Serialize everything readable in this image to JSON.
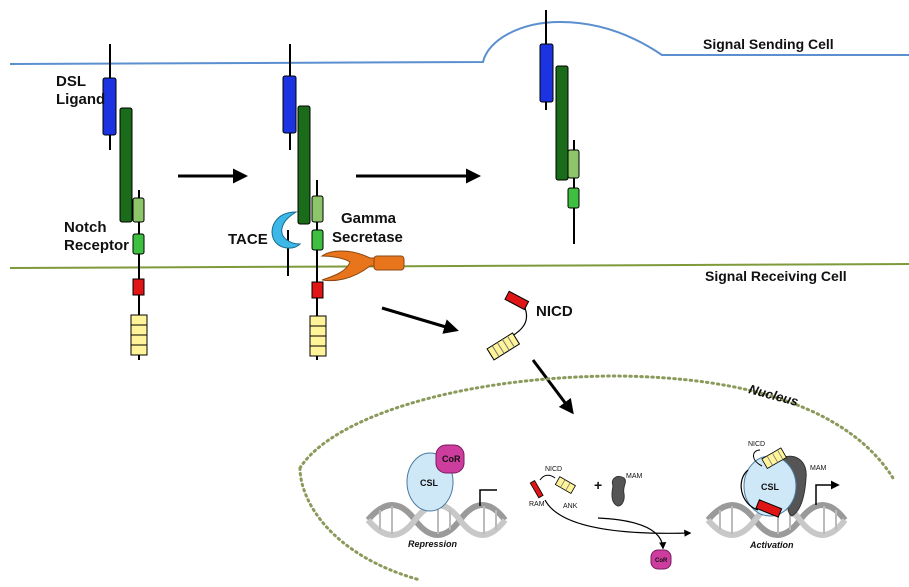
{
  "labels": {
    "signal_sending_cell": "Signal Sending Cell",
    "signal_receiving_cell": "Signal Receiving Cell",
    "dsl_ligand_line1": "DSL",
    "dsl_ligand_line2": "Ligand",
    "notch_receptor_line1": "Notch",
    "notch_receptor_line2": "Receptor",
    "tace": "TACE",
    "gamma_secretase_line1": "Gamma",
    "gamma_secretase_line2": "Secretase",
    "nicd": "NICD",
    "nucleus": "Nucleus"
  },
  "nucleus_panel": {
    "repression": "Repression",
    "activation": "Activation",
    "csl": "CSL",
    "cor": "CoR",
    "nicd_small": "NICD",
    "ram": "RAM",
    "ank": "ANK",
    "plus": "+",
    "mam": "MAM"
  },
  "colors": {
    "membrane_top": "#5b8fcf",
    "membrane_bottom": "#7f9a3a",
    "ligand": "#1b33e0",
    "notch_dark": "#1a6b1a",
    "notch_light": "#8cc56a",
    "notch_green": "#3fbf3f",
    "nicd_red": "#e01515",
    "ank_yellow": "#fff49a",
    "gamma": "#e8741c",
    "tace": "#3cb8e8",
    "csl": "#cfe8f8",
    "cor": "#cc3d9e",
    "mam": "#555555"
  }
}
